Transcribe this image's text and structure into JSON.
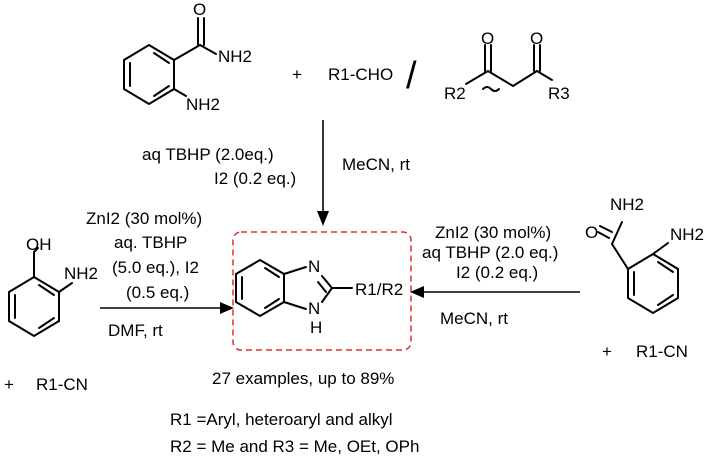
{
  "reactants_top": {
    "amide_group": "NH2",
    "amine_group": "NH2",
    "plus": "+",
    "aldehyde": "R1-CHO",
    "separator": "/",
    "diketone_r_left": "R2",
    "diketone_r_right": "R3"
  },
  "top_arrow": {
    "cond_line1": "aq TBHP (2.0eq.)",
    "cond_line2": "I2 (0.2 eq.)",
    "cond_solvent": "MeCN, rt"
  },
  "left_route": {
    "hydroxyl": "OH",
    "amine": "NH2",
    "plus": "+",
    "nitrile": "R1-CN",
    "cond_line1": "ZnI2 (30 mol%)",
    "cond_line2": "aq. TBHP",
    "cond_line3": "(5.0 eq.), I2",
    "cond_line4": "(0.5 eq.)",
    "cond_solvent": "DMF, rt"
  },
  "right_route": {
    "amide_group": "NH2",
    "amine": "NH2",
    "carbonyl_o": "O",
    "plus": "+",
    "nitrile": "R1-CN",
    "cond_line1": "ZnI2 (30 mol%)",
    "cond_line2": "aq TBHP (2.0 eq.)",
    "cond_line3": "I2 (0.2 eq.)",
    "cond_solvent": "MeCN, rt"
  },
  "product": {
    "ring_n": "N",
    "ring_nh": "N",
    "ring_h": "H",
    "substituent": "R1/R2",
    "highlight_color": "#e03030"
  },
  "summary": {
    "examples": "27 examples, up to 89%",
    "note_r1": "R1 =Aryl, heteroaryl and alkyl",
    "note_r2_r3": "R2 = Me and R3 = Me, OEt, OPh"
  }
}
